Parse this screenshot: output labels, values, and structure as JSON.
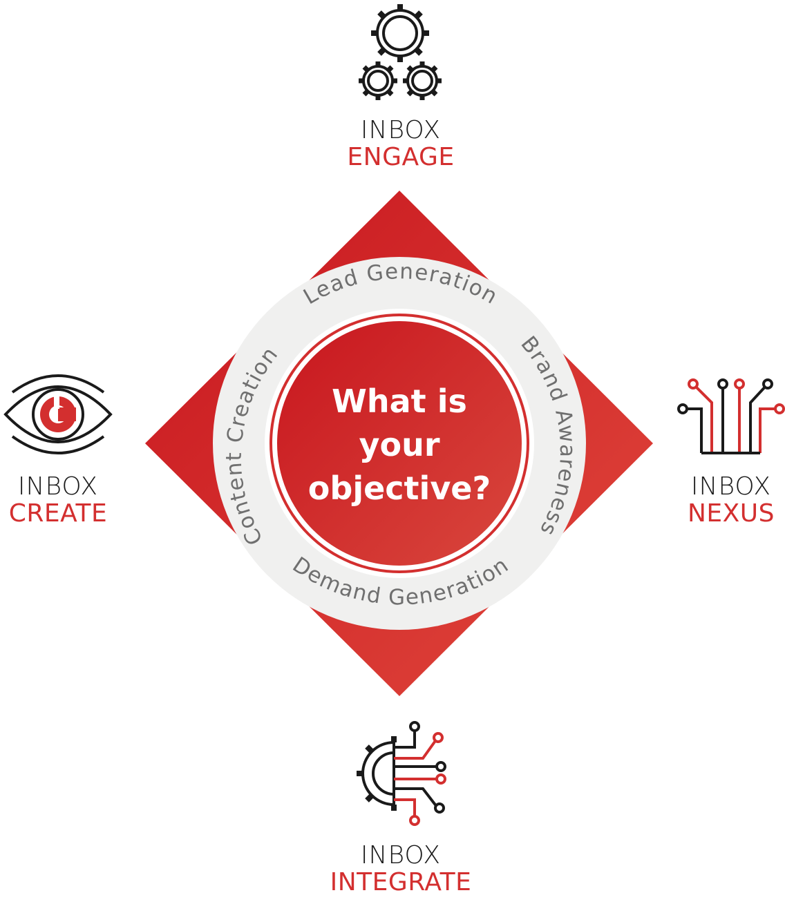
{
  "center": {
    "question_line1": "What is",
    "question_line2": "your",
    "question_line3": "objective?"
  },
  "ring": {
    "top": "Lead Generation",
    "right": "Brand Awareness",
    "bottom": "Demand Generation",
    "left": "Content Creation"
  },
  "services": {
    "engage": {
      "line1": "INBOX",
      "line2": "ENGAGE",
      "icon": "gears-icon"
    },
    "create": {
      "line1": "INBOX",
      "line2": "CREATE",
      "icon": "eye-icon"
    },
    "nexus": {
      "line1": "INBOX",
      "line2": "NEXUS",
      "icon": "circuit-icon"
    },
    "integrate": {
      "line1": "INBOX",
      "line2": "INTEGRATE",
      "icon": "gear-circuit-icon"
    }
  },
  "colors": {
    "accent": "#d32f2f",
    "dark": "#1a1a1a",
    "ring": "#f0f0ef",
    "ring_text": "#6f6f6f"
  }
}
